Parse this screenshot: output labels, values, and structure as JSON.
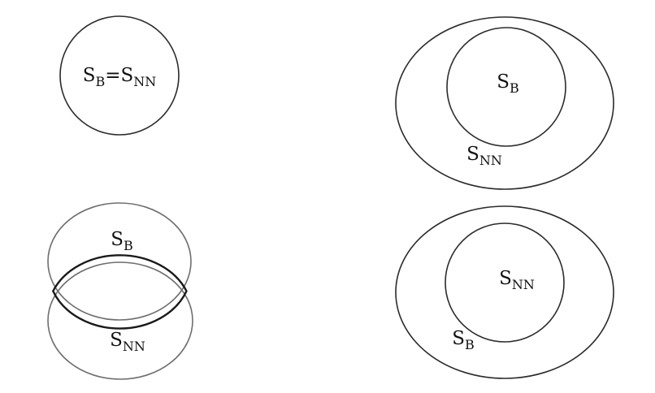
{
  "colors": {
    "stroke": "#2b2b2b",
    "stroke_light": "#6e6e6e",
    "stroke_overlap": "#1a1a1a",
    "text": "#111111",
    "background": "#ffffff"
  },
  "panels": {
    "equal": {
      "label": {
        "s1": "S",
        "sub1": "B",
        "eq": "=",
        "s2": "S",
        "sub2": "NN"
      }
    },
    "b_inside_nn": {
      "inner_label": {
        "s": "S",
        "sub": "B"
      },
      "outer_label": {
        "s": "S",
        "sub": "NN"
      }
    },
    "overlap": {
      "top_label": {
        "s": "S",
        "sub": "B"
      },
      "bottom_label": {
        "s": "S",
        "sub": "NN"
      }
    },
    "nn_inside_b": {
      "inner_label": {
        "s": "S",
        "sub": "NN"
      },
      "outer_label": {
        "s": "S",
        "sub": "B"
      }
    }
  }
}
